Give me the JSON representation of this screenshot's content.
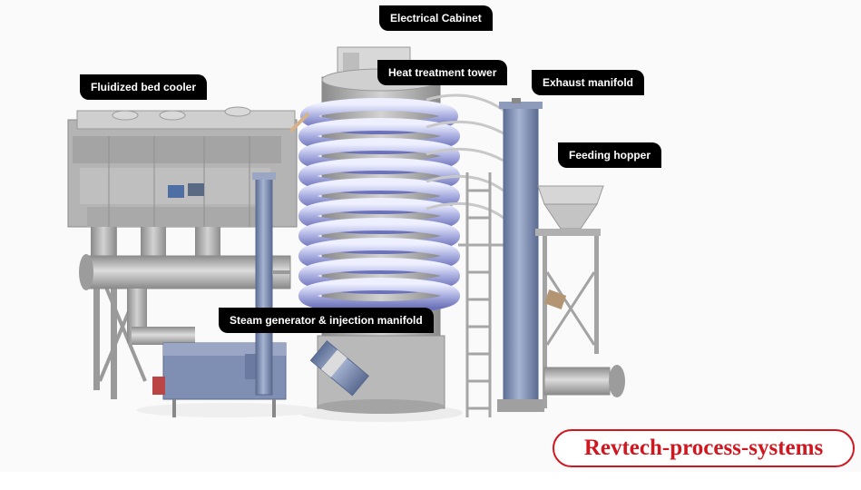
{
  "labels": {
    "electrical_cabinet": "Electrical Cabinet",
    "heat_treatment_tower": "Heat treatment tower",
    "fluidized_bed_cooler": "Fluidized bed cooler",
    "exhaust_manifold": "Exhaust manifold",
    "feeding_hopper": "Feeding hopper",
    "steam_generator": "Steam generator & injection manifold"
  },
  "brand": {
    "text": "Revtech-process-systems",
    "color": "#d0161e"
  },
  "colors": {
    "label_bg": "#000000",
    "label_text": "#ffffff",
    "coil": "#b9bde8",
    "steel": "#a9a9a9",
    "blue_column": "#7f8fb3"
  }
}
